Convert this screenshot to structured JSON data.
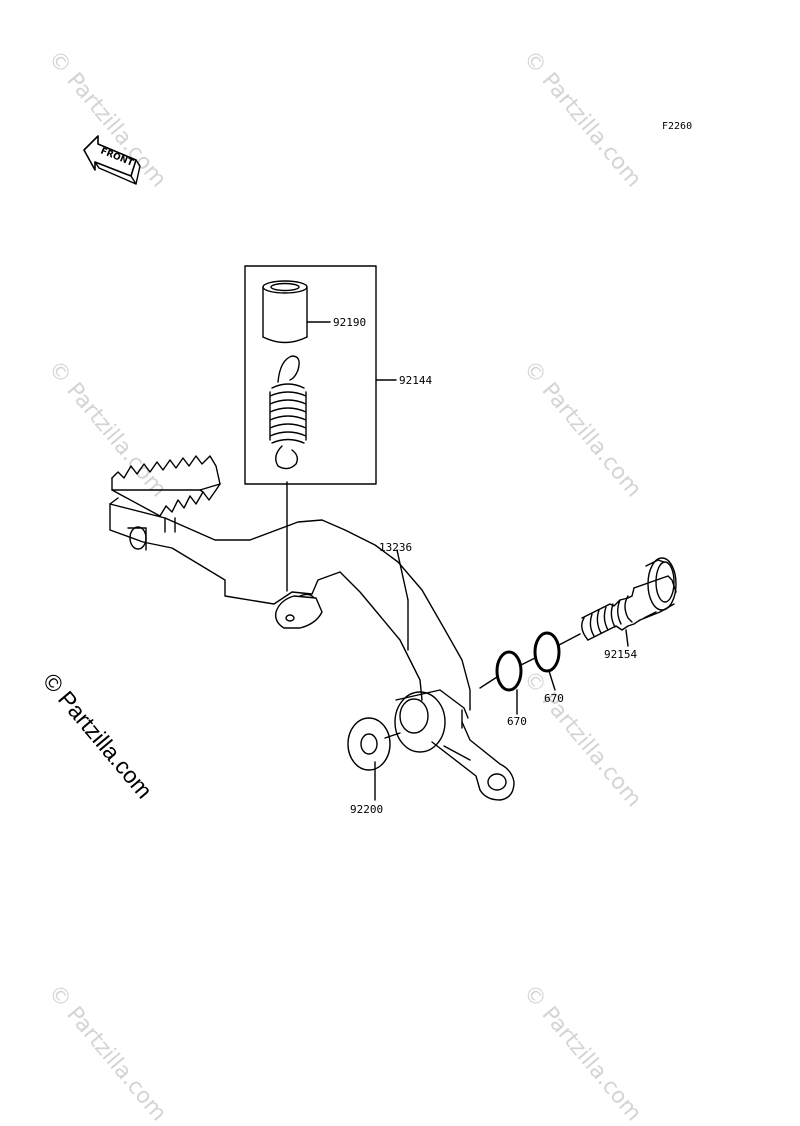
{
  "figure_code": "F2260",
  "watermark_text": "© Partzilla.com",
  "front_label": "FRONT",
  "parts": {
    "bushing": "92190",
    "spring_kit": "92144",
    "brake_pedal": "13236",
    "pivot_bolt": "92154",
    "oring_outer": "670",
    "oring_inner": "670",
    "washer": "92200"
  }
}
